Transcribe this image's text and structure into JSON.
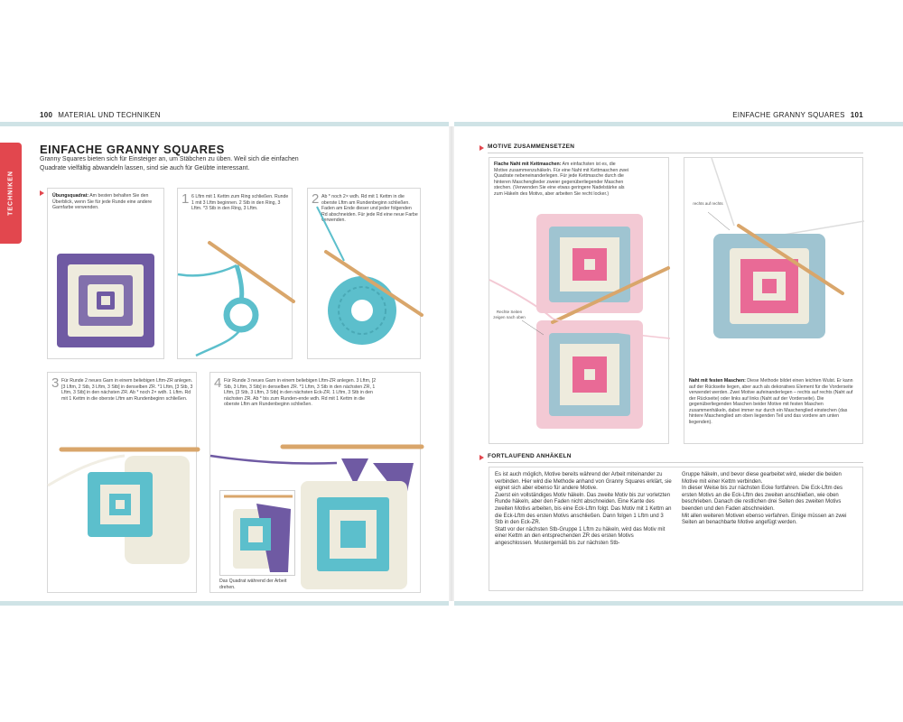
{
  "header": {
    "left_page_number": "100",
    "left_title": "MATERIAL UND TECHNIKEN",
    "right_title": "EINFACHE GRANNY SQUARES",
    "right_page_number": "101"
  },
  "side_tab": {
    "label": "TECHNIKEN"
  },
  "left_page": {
    "title": "EINFACHE GRANNY SQUARES",
    "intro": "Granny Squares bieten sich für Einsteiger an, um Stäbchen zu üben. Weil sich die einfachen Quadrate vielfältig abwandeln lassen, sind sie auch für Geübte interessant.",
    "panels": [
      {
        "label": "Übungsquadrat:",
        "text": "Am besten behalten Sie den Überblick, wenn Sie für jede Runde eine andere Garnfarbe verwenden."
      },
      {
        "step": "1",
        "text": "6 Lftm mit 1 Kettm zum Ring schließen. Runde 1 mit 3 Lftm beginnen. 2 Stb in den Ring, 3 Lftm. *3 Stb in den Ring, 3 Lftm."
      },
      {
        "step": "2",
        "text": "Ab * noch 2× wdh. Rd mit 1 Kettm in die oberste Lftm am Rundenbeginn schließen. Faden am Ende dieser und jeder folgenden Rd abschneiden. Für jede Rd eine neue Farbe verwenden."
      },
      {
        "step": "3",
        "text": "Für Runde 2 neues Garn in einem beliebigen Lftm-ZR anlegen. [3 Lftm, 2 Stb, 3 Lftm, 3 Stb] in denselben ZR. *1 Lftm, [3 Stb, 3 Lftm, 3 Stb] in den nächsten ZR. Ab * noch 2× wdh. 1 Lftm. Rd mit 1 Kettm in die oberste Lftm am Rundenbeginn schließen."
      },
      {
        "step": "4",
        "text": "Für Runde 3 neues Garn in einem beliebigen Lftm-ZR anlegen. 3 Lftm, [2 Stb, 3 Lftm, 3 Stb] in denselben ZR. *1 Lftm, 3 Stb in den nächsten ZR, 1 Lftm, [3 Stb, 3 Lftm, 3 Stb] in den nächsten Eck-ZR. 1 Lftm, 3 Stb in den nächsten ZR. Ab * bis zum Runden-ende wdh. Rd mit 1 Kettm in die oberste Lftm am Rundenbeginn schließen."
      }
    ],
    "inset_caption": "Das Quadrat während der Arbeit drehen."
  },
  "right_page": {
    "section1": {
      "heading": "MOTIVE ZUSAMMENSETZEN",
      "flat_label": "Flache Naht mit Kettmaschen:",
      "flat_text": "Am einfachsten ist es, die Motive zusammenzuhäkeln. Für eine Naht mit Kettmaschen zwei Quadrate nebeneinanderlegen. Für jede Kettmasche durch die hinteren Maschenglieder zweier gegenüberliegender Maschen stechen. (Verwenden Sie eine etwas geringere Nadelstärke als zum Häkeln des Motivs, aber arbeiten Sie recht locker.)",
      "label_sides": "Rechte Seiten zeigen nach oben",
      "label_right": "rechts auf rechts",
      "solid_label": "Naht mit festen Maschen:",
      "solid_text": "Diese Methode bildet einen leichten Wulst. Er kann auf der Rückseite liegen, aber auch als dekoratives Element für die Vorderseite verwendet werden. Zwei Motive aufeinanderlegen – rechts auf rechts (Naht auf der Rückseite) oder links auf links (Naht auf der Vorderseite). Die gegenüberliegenden Maschen beider Motive mit festen Maschen zusammenhäkeln, dabei immer nur durch ein Maschenglied einstechen (das hintere Maschenglied am oben liegenden Teil und das vordere am unten liegenden)."
    },
    "section2": {
      "heading": "FORTLAUFEND ANHÄKELN",
      "col1": "Es ist auch möglich, Motive bereits während der Arbeit miteinander zu verbinden. Hier wird die Methode anhand von Granny Squares erklärt, sie eignet sich aber ebenso für andere Motive.\nZuerst ein vollständiges Motiv häkeln. Das zweite Motiv bis zur vorletzten Runde häkeln, aber den Faden nicht abschneiden. Eine Kante des zweiten Motivs arbeiten, bis eine Eck-Lftm folgt. Das Motiv mit 1 Kettm an die Eck-Lftm des ersten Motivs anschließen. Dann folgen 1 Lftm und 3 Stb in den Eck-ZR.\nStatt vor der nächsten Stb-Gruppe 1 Lftm zu häkeln, wird das Motiv mit einer Kettm an den entsprechenden ZR des ersten Motivs angeschlossen. Mustergemäß bis zur nächsten Stb-",
      "col2": "Gruppe häkeln, und bevor diese gearbeitet wird, wieder die beiden Motive mit einer Kettm verbinden.\nIn dieser Weise bis zur nächsten Ecke fortfahren. Die Eck-Lftm des ersten Motivs an die Eck-Lftm des zweiten anschließen, wie oben beschrieben. Danach die restlichen drei Seiten des zweiten Motivs beenden und den Faden abschneiden.\nMit allen weiteren Motiven ebenso verfahren. Einige müssen an zwei Seiten an benachbarte Motive angefügt werden."
    }
  },
  "colors": {
    "accent_red": "#e2474e",
    "rule_teal": "#cfe3e6",
    "yarn_purple": "#6f5aa3",
    "yarn_cream": "#eeebdd",
    "yarn_turquoise": "#5cbfcc",
    "yarn_pink": "#e96a96",
    "yarn_lightpink": "#f3c9d4",
    "yarn_lightblue": "#9fc4d1",
    "hook_wood": "#d9a66b"
  }
}
